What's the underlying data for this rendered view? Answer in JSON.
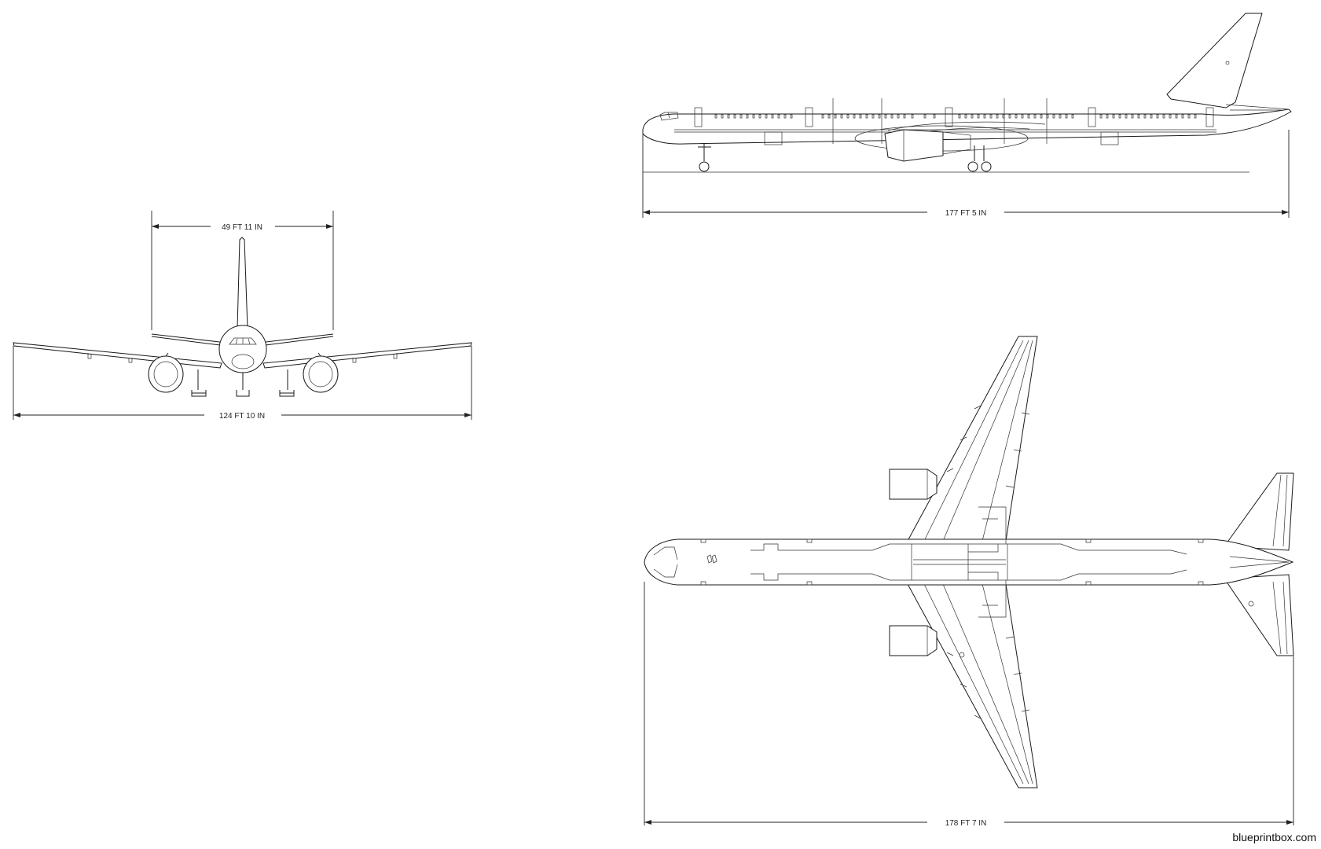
{
  "dimensions": {
    "front_tail_span": "49 FT 11 IN",
    "front_wingspan": "124 FT 10 IN",
    "side_length": "177 FT 5 IN",
    "top_length": "178 FT 7 IN"
  },
  "watermark": "blueprintbox.com"
}
